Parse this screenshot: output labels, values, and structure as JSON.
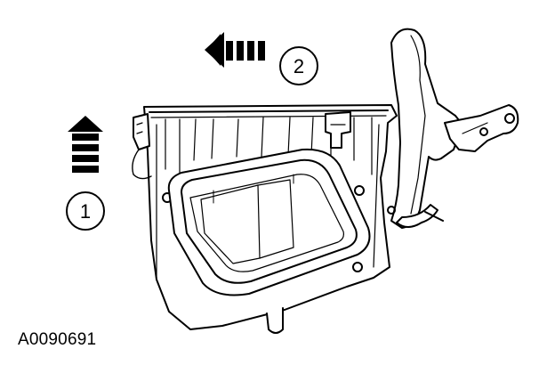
{
  "diagram": {
    "callouts": [
      {
        "number": "1"
      },
      {
        "number": "2"
      }
    ],
    "reference_code": "A0090691",
    "colors": {
      "line": "#000000",
      "fill": "#ffffff"
    }
  }
}
